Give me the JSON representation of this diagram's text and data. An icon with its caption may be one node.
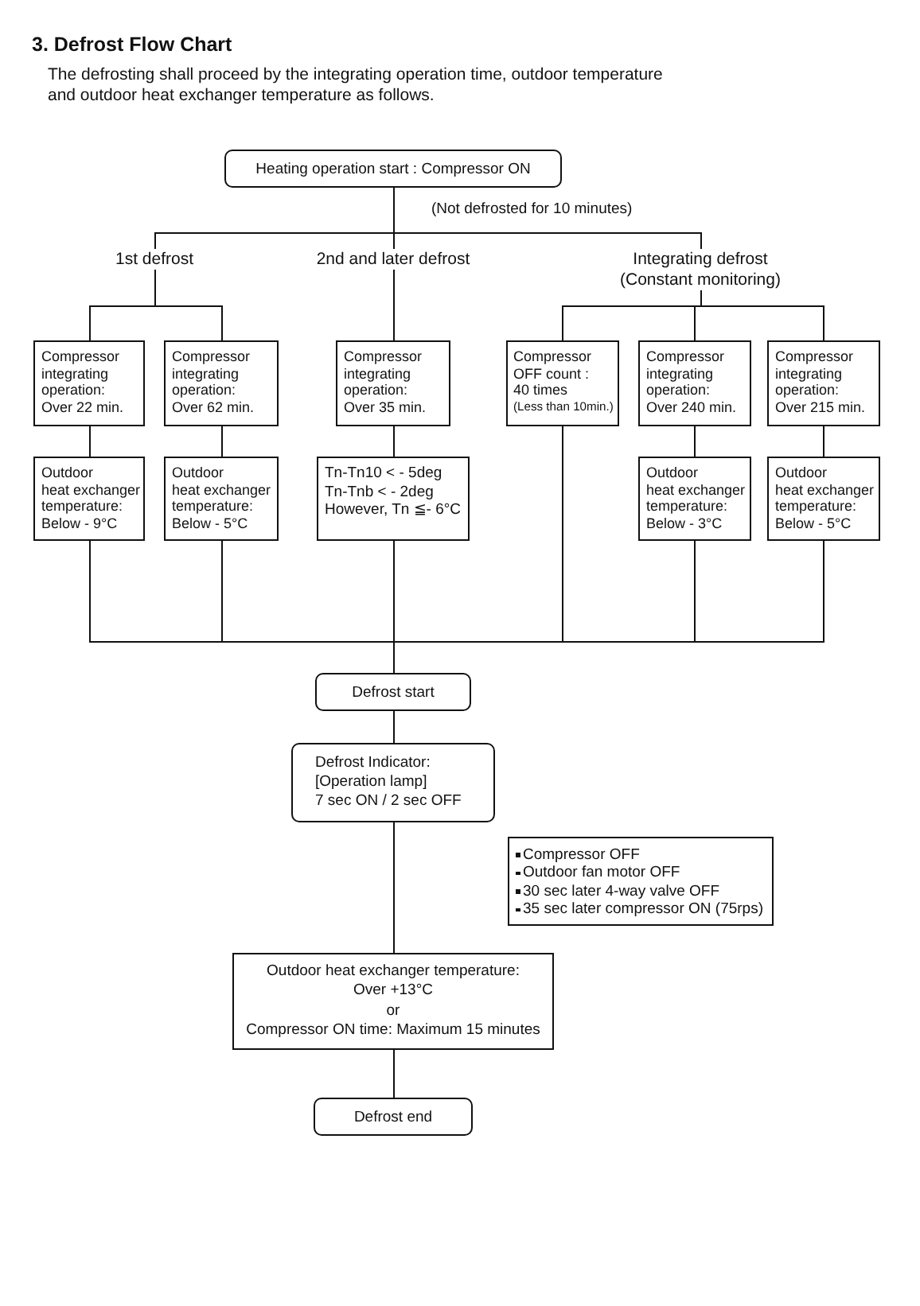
{
  "diagram": {
    "title": "3. Defrost Flow Chart",
    "nodes": [
      {
        "text": [
          "Heating operation start : Compressor ON"
        ]
      },
      {
        "text": [
          "1st defrost"
        ]
      },
      {
        "text": [
          "2nd and later defrost"
        ]
      },
      {
        "text": [
          "Integrating defrost (Constant monitoring)"
        ]
      },
      {
        "text": [
          "Compressor integrating operation: Over 22 min."
        ]
      },
      {
        "text": [
          "Compressor integrating operation: Over 62 min."
        ]
      },
      {
        "text": [
          "Compressor integrating operation: Over 35 min."
        ]
      },
      {
        "text": [
          "Compressor OFF count : 40 times",
          "(Less than 10min.)"
        ]
      },
      {
        "text": [
          "Compressor integrating operation: Over 240 min."
        ]
      },
      {
        "text": [
          "Compressor integrating operation: Over 215 min."
        ]
      },
      {
        "text": [
          "Outdoor heat exchanger temperature: Below - 9°C"
        ]
      },
      {
        "text": [
          "Outdoor heat exchanger temperature: Below - 5°C"
        ]
      },
      {
        "text": [
          "Tn-Tn10 < - 5deg",
          "Tn-Tnb < - 2deg",
          "However, Tn ≦- 6°C"
        ]
      },
      {
        "text": [
          "Outdoor heat exchanger temperature: Below - 3°C"
        ]
      },
      {
        "text": [
          "Outdoor heat exchanger temperature: Below - 5°C"
        ]
      },
      {
        "text": [
          "Defrost start"
        ]
      },
      {
        "text": [
          "Defrost Indicator: [Operation lamp] 7 sec ON / 2 sec OFF"
        ]
      },
      {
        "text": [
          "Compressor OFF",
          "Outdoor fan motor OFF",
          "30 sec later 4-way valve OFF",
          "35 sec later compressor ON (75rps)"
        ]
      },
      {
        "text": [
          "Outdoor heat exchanger temperature: Over +13°C",
          "or",
          "Compressor ON time: Maximum 15 minutes"
        ]
      },
      {
        "text": [
          "Defrost end"
        ]
      }
    ],
    "edges": [
      {
        "from": 0,
        "to": 1,
        "arrow": "none"
      },
      {
        "from": 0,
        "to": 2,
        "arrow": "none",
        "label": "(Not defrosted for 10 minutes)"
      },
      {
        "from": 0,
        "to": 3,
        "arrow": "none"
      },
      {
        "from": 1,
        "to": 4,
        "arrow": "none"
      },
      {
        "from": 1,
        "to": 5,
        "arrow": "none"
      },
      {
        "from": 2,
        "to": 6,
        "arrow": "none"
      },
      {
        "from": 3,
        "to": 7,
        "arrow": "none"
      },
      {
        "from": 3,
        "to": 8,
        "arrow": "none"
      },
      {
        "from": 3,
        "to": 9,
        "arrow": "none"
      },
      {
        "from": 4,
        "to": 10,
        "arrow": "none"
      },
      {
        "from": 5,
        "to": 11,
        "arrow": "none"
      },
      {
        "from": 6,
        "to": 12,
        "arrow": "none"
      },
      {
        "from": 8,
        "to": 13,
        "arrow": "none"
      },
      {
        "from": 9,
        "to": 14,
        "arrow": "none"
      },
      {
        "from": 10,
        "to": 15,
        "arrow": "none"
      },
      {
        "from": 11,
        "to": 15,
        "arrow": "none"
      },
      {
        "from": 12,
        "to": 15,
        "arrow": "none"
      },
      {
        "from": 7,
        "to": 15,
        "arrow": "none"
      },
      {
        "from": 13,
        "to": 15,
        "arrow": "none"
      },
      {
        "from": 14,
        "to": 15,
        "arrow": "none"
      },
      {
        "from": 15,
        "to": 16,
        "arrow": "none"
      },
      {
        "from": 16,
        "to": 18,
        "arrow": "none"
      },
      {
        "from": 18,
        "to": 19,
        "arrow": "none"
      }
    ],
    "labels": [
      "The defrosting shall proceed by the integrating operation time, outdoor temperature and outdoor heat exchanger temperature as follows."
    ]
  }
}
